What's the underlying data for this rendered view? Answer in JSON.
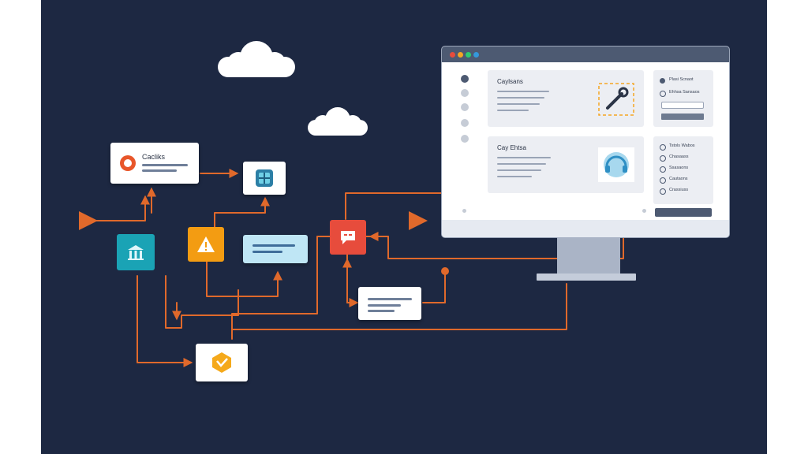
{
  "canvas": {
    "background": "#1d2842",
    "flow_color": "#e0692b"
  },
  "nodes": {
    "top_card": {
      "label": "Cacliks"
    },
    "teal_tile": {
      "icon": "building-icon",
      "color": "#1aa3b5"
    },
    "warning_tile": {
      "icon": "warning-icon",
      "color": "#f39c12"
    },
    "center_card": {
      "icon": "cube-icon"
    },
    "blue_card": {
      "color": "#bfe6f5"
    },
    "red_tile": {
      "icon": "chat-icon",
      "color": "#e74c3c"
    },
    "bottom_card": {
      "icon": "hexagon-icon",
      "color": "#f5a91b"
    }
  },
  "monitor": {
    "window_dots": [
      "#e74c3c",
      "#f5a623",
      "#2ecc71",
      "#3498db"
    ],
    "panel_top": {
      "title": "Caylsans",
      "icon": "wrench-icon"
    },
    "panel_mid": {
      "title": "Cay Ehtsa",
      "icon": "headset-icon"
    },
    "right_top": {
      "items": [
        "Plasi Scnaot",
        "Ehhsa Sansaos"
      ]
    },
    "right_mid": {
      "items": [
        "Tstols Wabos",
        "Chasaass",
        "Ssasaons",
        "Cautaons",
        "Crassiuss"
      ]
    }
  }
}
